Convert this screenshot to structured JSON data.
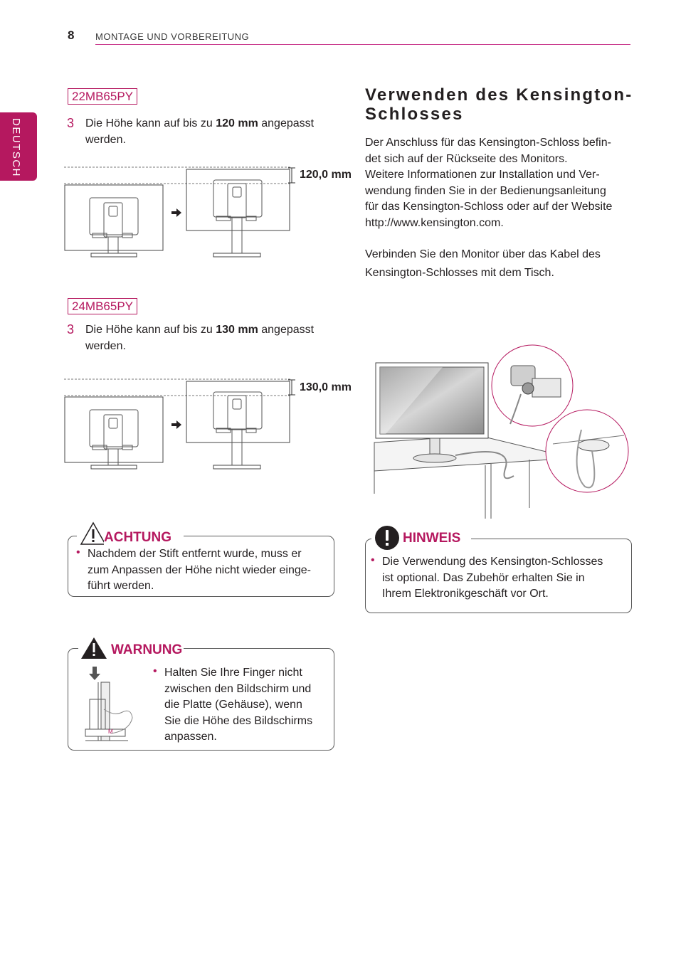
{
  "header": {
    "page_number": "8",
    "section_title": "MONTAGE UND VORBEREITUNG"
  },
  "side_tab": {
    "label": "DEUTSCH"
  },
  "model1": {
    "tag": "22MB65PY",
    "step_number": "3",
    "step_text_a": "Die Höhe kann auf bis zu ",
    "step_text_bold": "120 mm",
    "step_text_b": " angepasst",
    "step_text_c": "werden.",
    "dimension": "120,0 mm"
  },
  "model2": {
    "tag": "24MB65PY",
    "step_number": "3",
    "step_text_a": "Die Höhe kann auf bis zu ",
    "step_text_bold": "130 mm",
    "step_text_b": " angepasst",
    "step_text_c": "werden.",
    "dimension": "130,0 mm"
  },
  "kensington": {
    "title_line1": "Verwenden des Kensington-",
    "title_line2": "Schlosses",
    "para1": [
      "Der Anschluss für das Kensington-Schloss befin-",
      "det sich auf der Rückseite des Monitors.",
      "Weitere Informationen zur Installation und Ver-",
      "wendung finden Sie in der Bedienungsanleitung",
      "für das Kensington-Schloss oder auf der Website",
      "http://www.kensington.com."
    ],
    "para2": [
      "Verbinden Sie den Monitor über das Kabel des",
      "Kensington-Schlosses mit dem Tisch."
    ]
  },
  "achtung": {
    "heading": "ACHTUNG",
    "bullet": "•",
    "lines": [
      "Nachdem der Stift entfernt wurde, muss er",
      "zum Anpassen der Höhe nicht wieder einge-",
      "führt werden."
    ]
  },
  "hinweis": {
    "heading": "HINWEIS",
    "bullet": "•",
    "lines": [
      "Die Verwendung des Kensington-Schlosses",
      "ist optional. Das Zubehör erhalten Sie in",
      "Ihrem Elektronikgeschäft vor Ort."
    ]
  },
  "warnung": {
    "heading": "WARNUNG",
    "bullet": "•",
    "lines": [
      "Halten Sie Ihre Finger nicht",
      "zwischen den Bildschirm und",
      "die Platte (Gehäuse), wenn",
      "Sie die Höhe des Bildschirms",
      "anpassen."
    ]
  },
  "colors": {
    "accent": "#b5185f",
    "text": "#231f20",
    "line": "#5b5b5b"
  },
  "icons": [
    "warning-triangle-icon",
    "exclamation-circle-icon",
    "arrow-right-icon",
    "down-arrow-icon"
  ]
}
